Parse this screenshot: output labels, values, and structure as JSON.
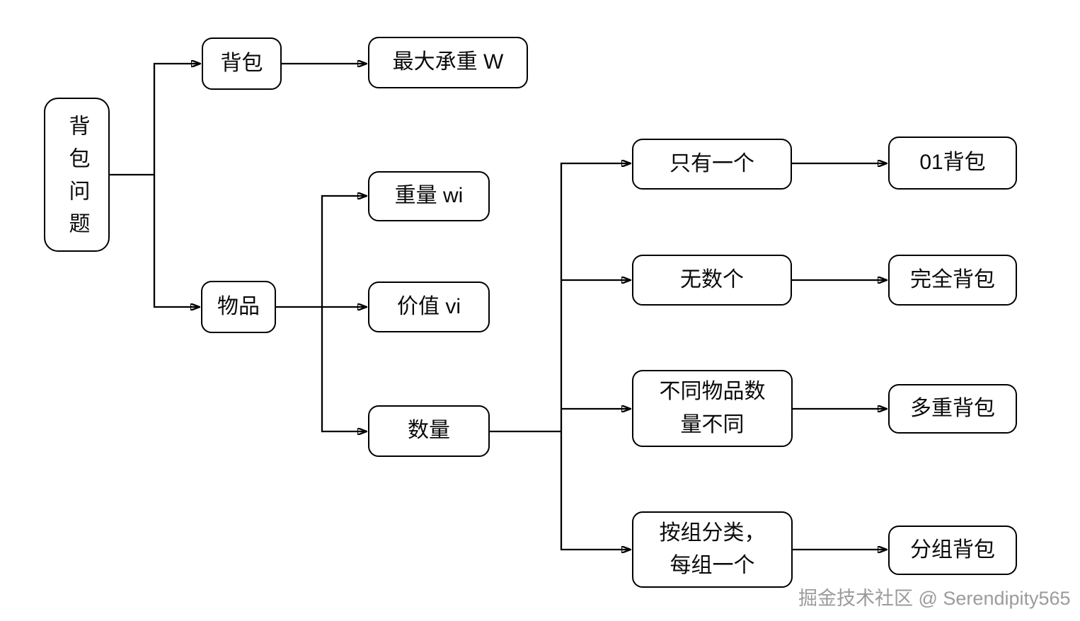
{
  "diagram_title": "背包问题",
  "nodes": {
    "root": {
      "label": "背包问题"
    },
    "backpack": {
      "label": "背包"
    },
    "max_capacity": {
      "label": "最大承重 W"
    },
    "items": {
      "label": "物品"
    },
    "weight": {
      "label": "重量 wi"
    },
    "value": {
      "label": "价值 vi"
    },
    "quantity": {
      "label": "数量"
    },
    "only_one": {
      "label": "只有一个"
    },
    "knapsack_01": {
      "label": "01背包"
    },
    "unlimited": {
      "label": "无数个"
    },
    "complete_knapsack": {
      "label": "完全背包"
    },
    "different_counts": {
      "label": "不同物品数\n量不同"
    },
    "multiple_knapsack": {
      "label": "多重背包"
    },
    "grouped_one_each": {
      "label": "按组分类，\n每组一个"
    },
    "group_knapsack": {
      "label": "分组背包"
    }
  },
  "watermark": {
    "text": "掘金技术社区 @ Serendipity565"
  },
  "colors": {
    "stroke": "#000000",
    "node_fill": "#ffffff",
    "text": "#0a0a0a",
    "watermark": "#9b9b9b",
    "background": "#ffffff"
  }
}
